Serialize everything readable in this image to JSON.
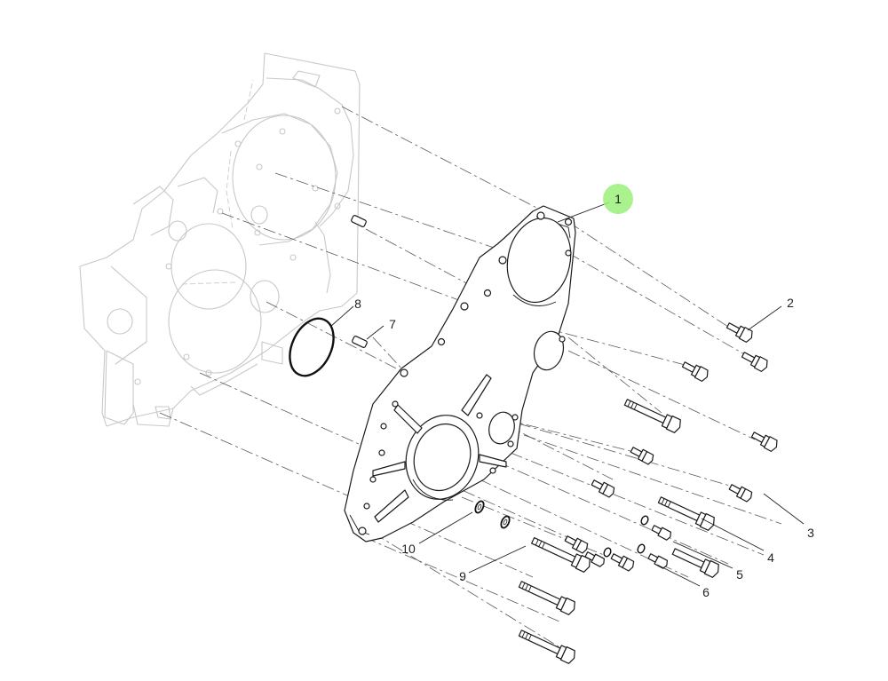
{
  "callouts": [
    {
      "id": "1",
      "text": "1",
      "highlight_color": "#90ee70"
    },
    {
      "id": "2",
      "text": "2"
    },
    {
      "id": "3",
      "text": "3"
    },
    {
      "id": "4",
      "text": "4"
    },
    {
      "id": "5",
      "text": "5"
    },
    {
      "id": "6",
      "text": "6"
    },
    {
      "id": "7",
      "text": "7"
    },
    {
      "id": "8",
      "text": "8"
    },
    {
      "id": "9",
      "text": "9"
    },
    {
      "id": "10",
      "text": "10"
    }
  ]
}
